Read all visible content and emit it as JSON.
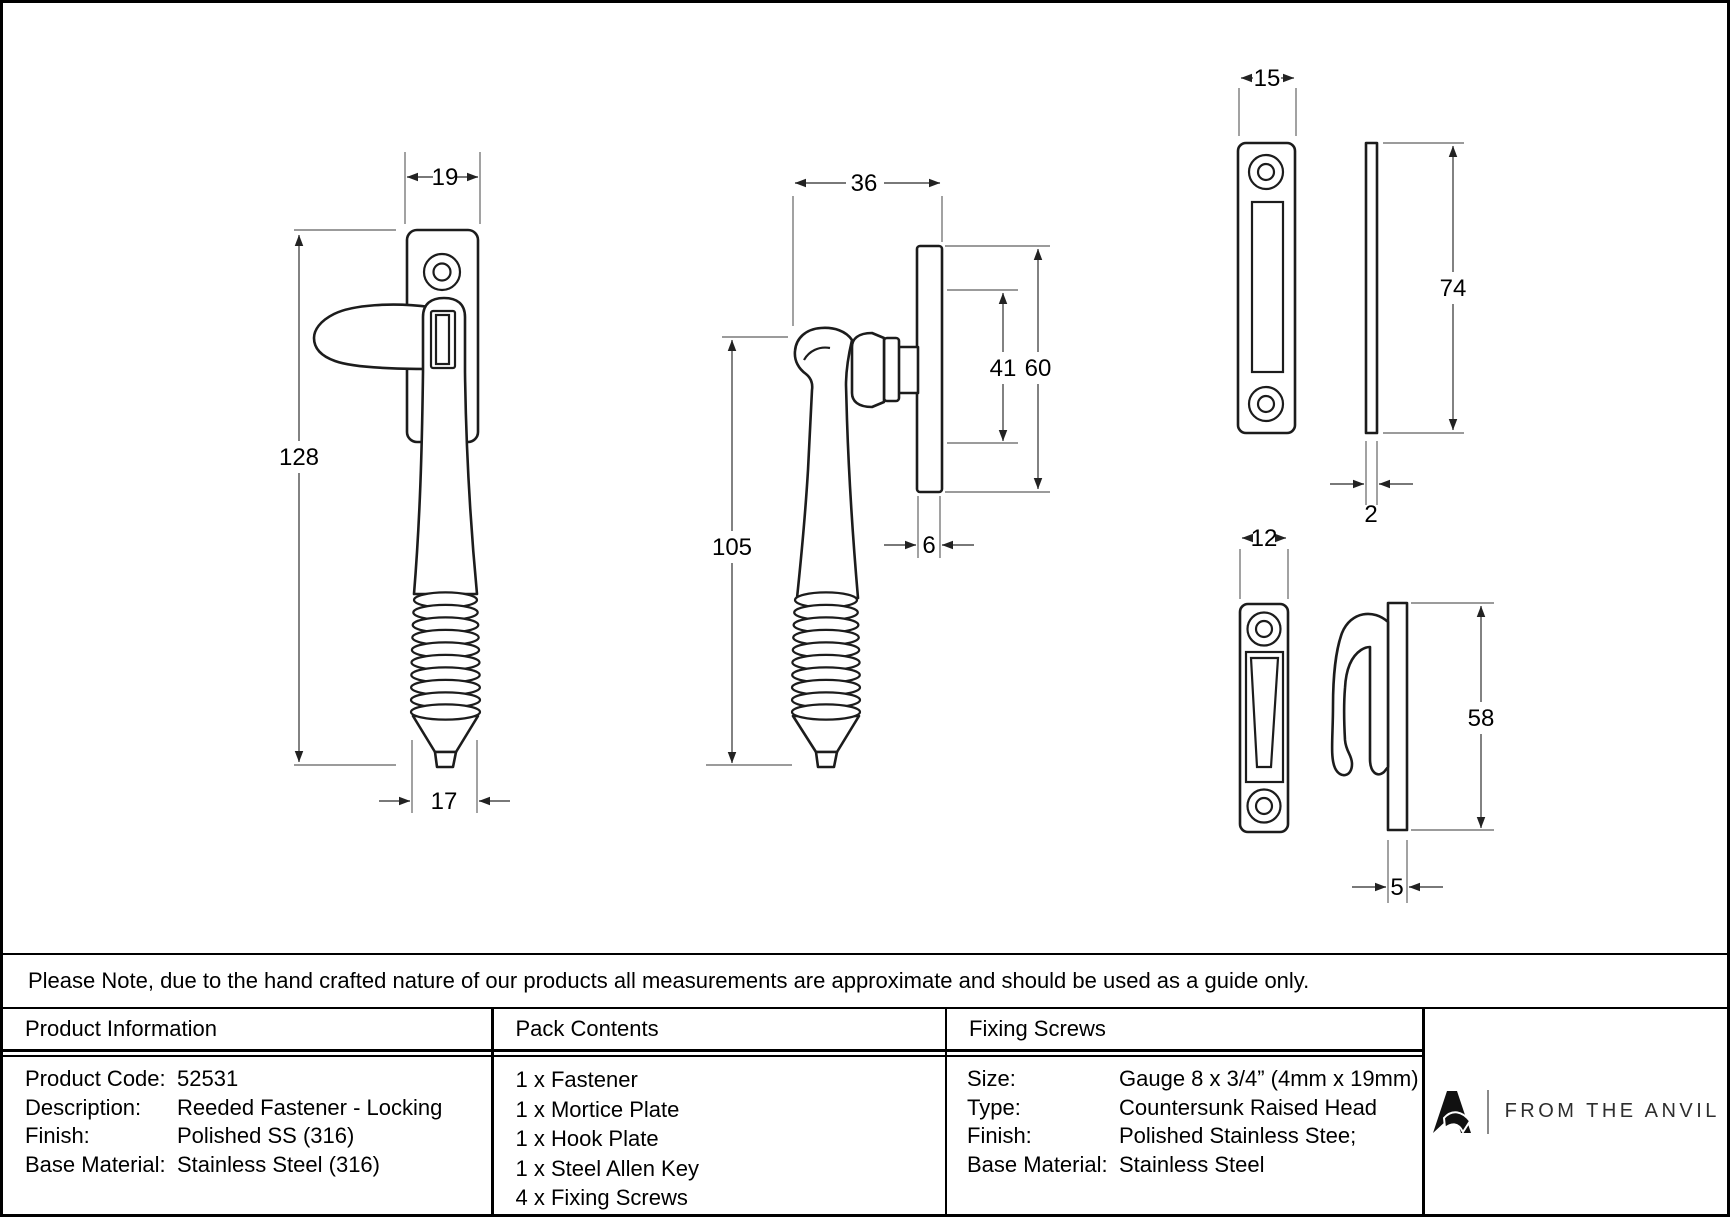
{
  "note": {
    "text": "Please Note, due to the hand crafted nature of our products all measurements are approximate and should be used as a guide only."
  },
  "dimensions": {
    "front_width": "19",
    "front_height": "128",
    "front_grip_width": "17",
    "side_width": "36",
    "side_handle_length": "105",
    "side_inner_height": "41",
    "side_plate_height": "60",
    "side_plate_thickness": "6",
    "mortice_width": "15",
    "mortice_height": "74",
    "mortice_thickness": "2",
    "hook_width": "12",
    "hook_height": "58",
    "hook_thickness": "5"
  },
  "table": {
    "product_info": {
      "header": "Product Information",
      "rows": [
        {
          "label": "Product Code:",
          "value": "52531"
        },
        {
          "label": "Description:",
          "value": "Reeded Fastener - Locking"
        },
        {
          "label": "Finish:",
          "value": "Polished SS (316)"
        },
        {
          "label": "Base Material:",
          "value": "Stainless Steel (316)"
        }
      ]
    },
    "pack_contents": {
      "header": "Pack Contents",
      "items": [
        "1 x Fastener",
        "1 x Mortice Plate",
        "1 x Hook Plate",
        "1 x Steel Allen Key",
        "4 x Fixing Screws"
      ]
    },
    "fixing_screws": {
      "header": "Fixing Screws",
      "rows": [
        {
          "label": "Size:",
          "value": "Gauge 8 x 3/4” (4mm x 19mm)"
        },
        {
          "label": "Type:",
          "value": "Countersunk Raised Head"
        },
        {
          "label": "Finish:",
          "value": "Polished Stainless Stee;"
        },
        {
          "label": "Base Material:",
          "value": "Stainless Steel"
        }
      ]
    },
    "brand": {
      "name": "FROM THE ANVIL"
    }
  }
}
